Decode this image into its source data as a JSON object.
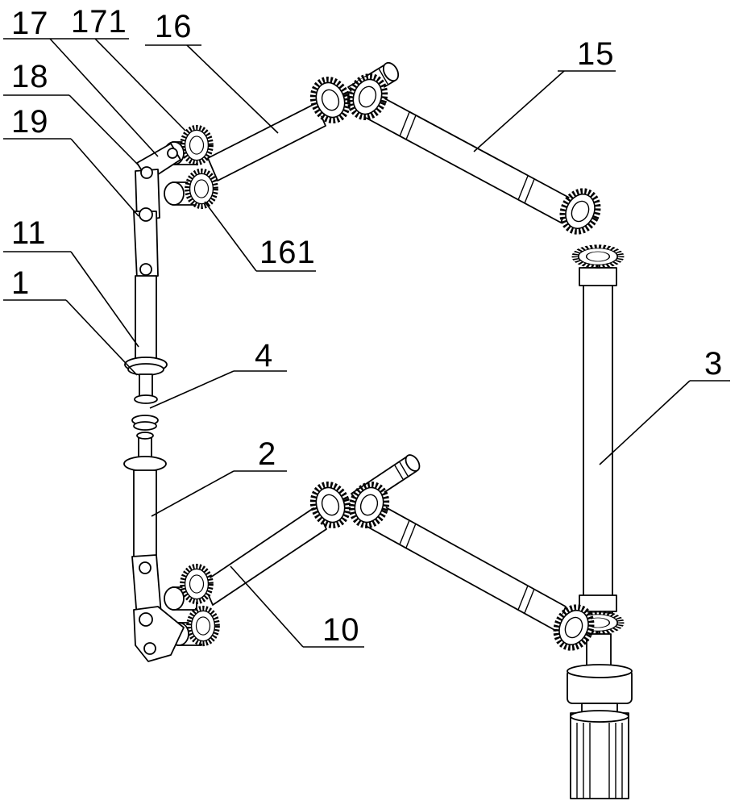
{
  "figure": {
    "callouts": [
      {
        "text": "17"
      },
      {
        "text": "171"
      },
      {
        "text": "16"
      },
      {
        "text": "18"
      },
      {
        "text": "19"
      },
      {
        "text": "15"
      },
      {
        "text": "11"
      },
      {
        "text": "1"
      },
      {
        "text": "161"
      },
      {
        "text": "4"
      },
      {
        "text": "3"
      },
      {
        "text": "2"
      },
      {
        "text": "10"
      }
    ]
  },
  "colors": {
    "line": "#000000",
    "background": "#ffffff"
  }
}
